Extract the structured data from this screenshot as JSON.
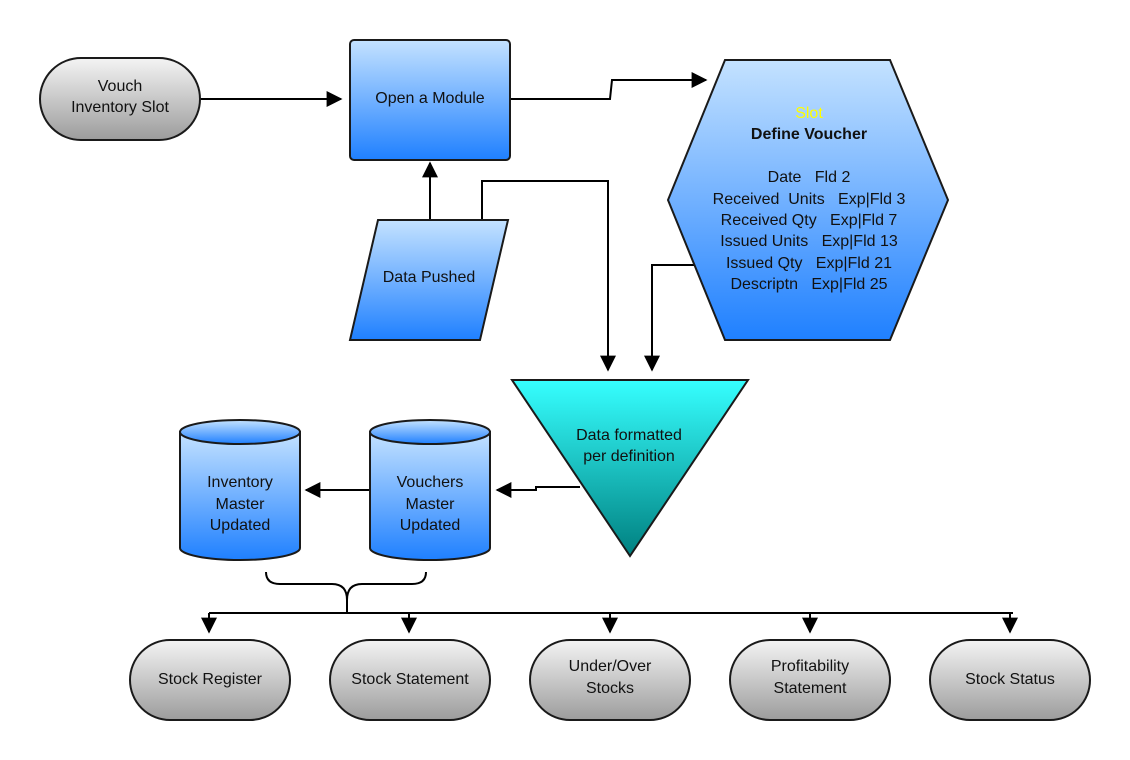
{
  "nodes": {
    "vouch": {
      "line1": "Vouch",
      "line2": "Inventory Slot"
    },
    "open_module": {
      "label": "Open a Module"
    },
    "data_pushed": {
      "label": "Data Pushed"
    },
    "define_voucher": {
      "slot": "Slot",
      "title": "Define Voucher",
      "fields": [
        "Date   Fld 2",
        "Received  Units   Exp|Fld 3",
        "Received Qty   Exp|Fld 7",
        "Issued Units   Exp|Fld 13",
        "Issued Qty   Exp|Fld 21",
        "Descriptn   Exp|Fld 25"
      ]
    },
    "data_formatted": {
      "line1": "Data formatted",
      "line2": "per definition"
    },
    "vouchers_master": {
      "line1": "Vouchers",
      "line2": "Master",
      "line3": "Updated"
    },
    "inventory_master": {
      "line1": "Inventory",
      "line2": "Master",
      "line3": "Updated"
    },
    "outputs": [
      {
        "line1": "Stock Register",
        "line2": ""
      },
      {
        "line1": "Stock Statement",
        "line2": ""
      },
      {
        "line1": "Under/Over",
        "line2": "Stocks"
      },
      {
        "line1": "Profitability",
        "line2": "Statement"
      },
      {
        "line1": "Stock Status",
        "line2": ""
      }
    ]
  },
  "colors": {
    "terminal_top": "#f2f2f2",
    "terminal_bottom": "#9e9e9e",
    "blue_top": "#bfe0ff",
    "blue_bottom": "#1e7fff",
    "cyan_top": "#33ffff",
    "cyan_bottom": "#007f7f"
  }
}
